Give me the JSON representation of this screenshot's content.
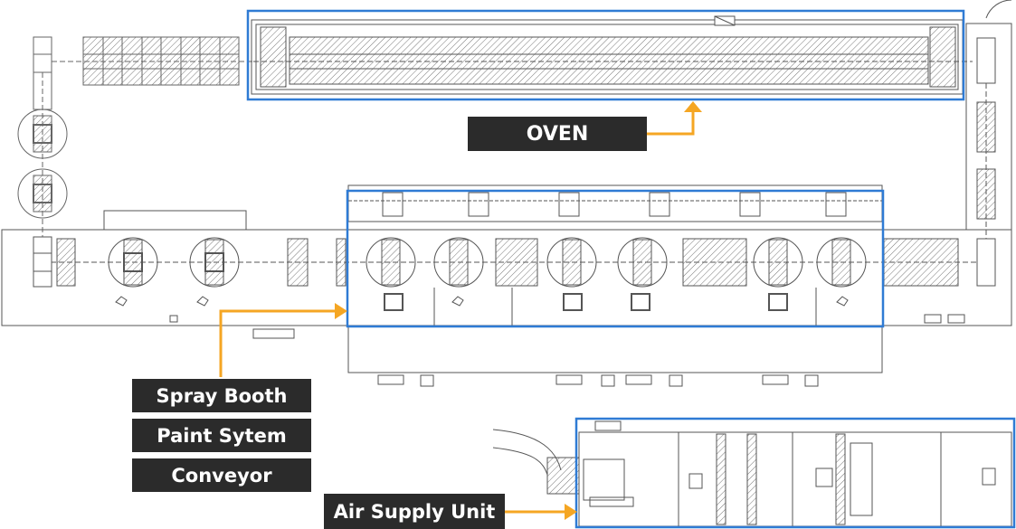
{
  "labels": {
    "oven": "OVEN",
    "spray_booth": "Spray Booth",
    "paint_system": "Paint Sytem",
    "conveyor": "Conveyor",
    "air_supply_unit": "Air Supply Unit"
  },
  "colors": {
    "highlight": "#2f7bd4",
    "callout": "#f5a623",
    "label_bg": "#2b2b2b",
    "label_text": "#ffffff",
    "line": "#555555"
  }
}
